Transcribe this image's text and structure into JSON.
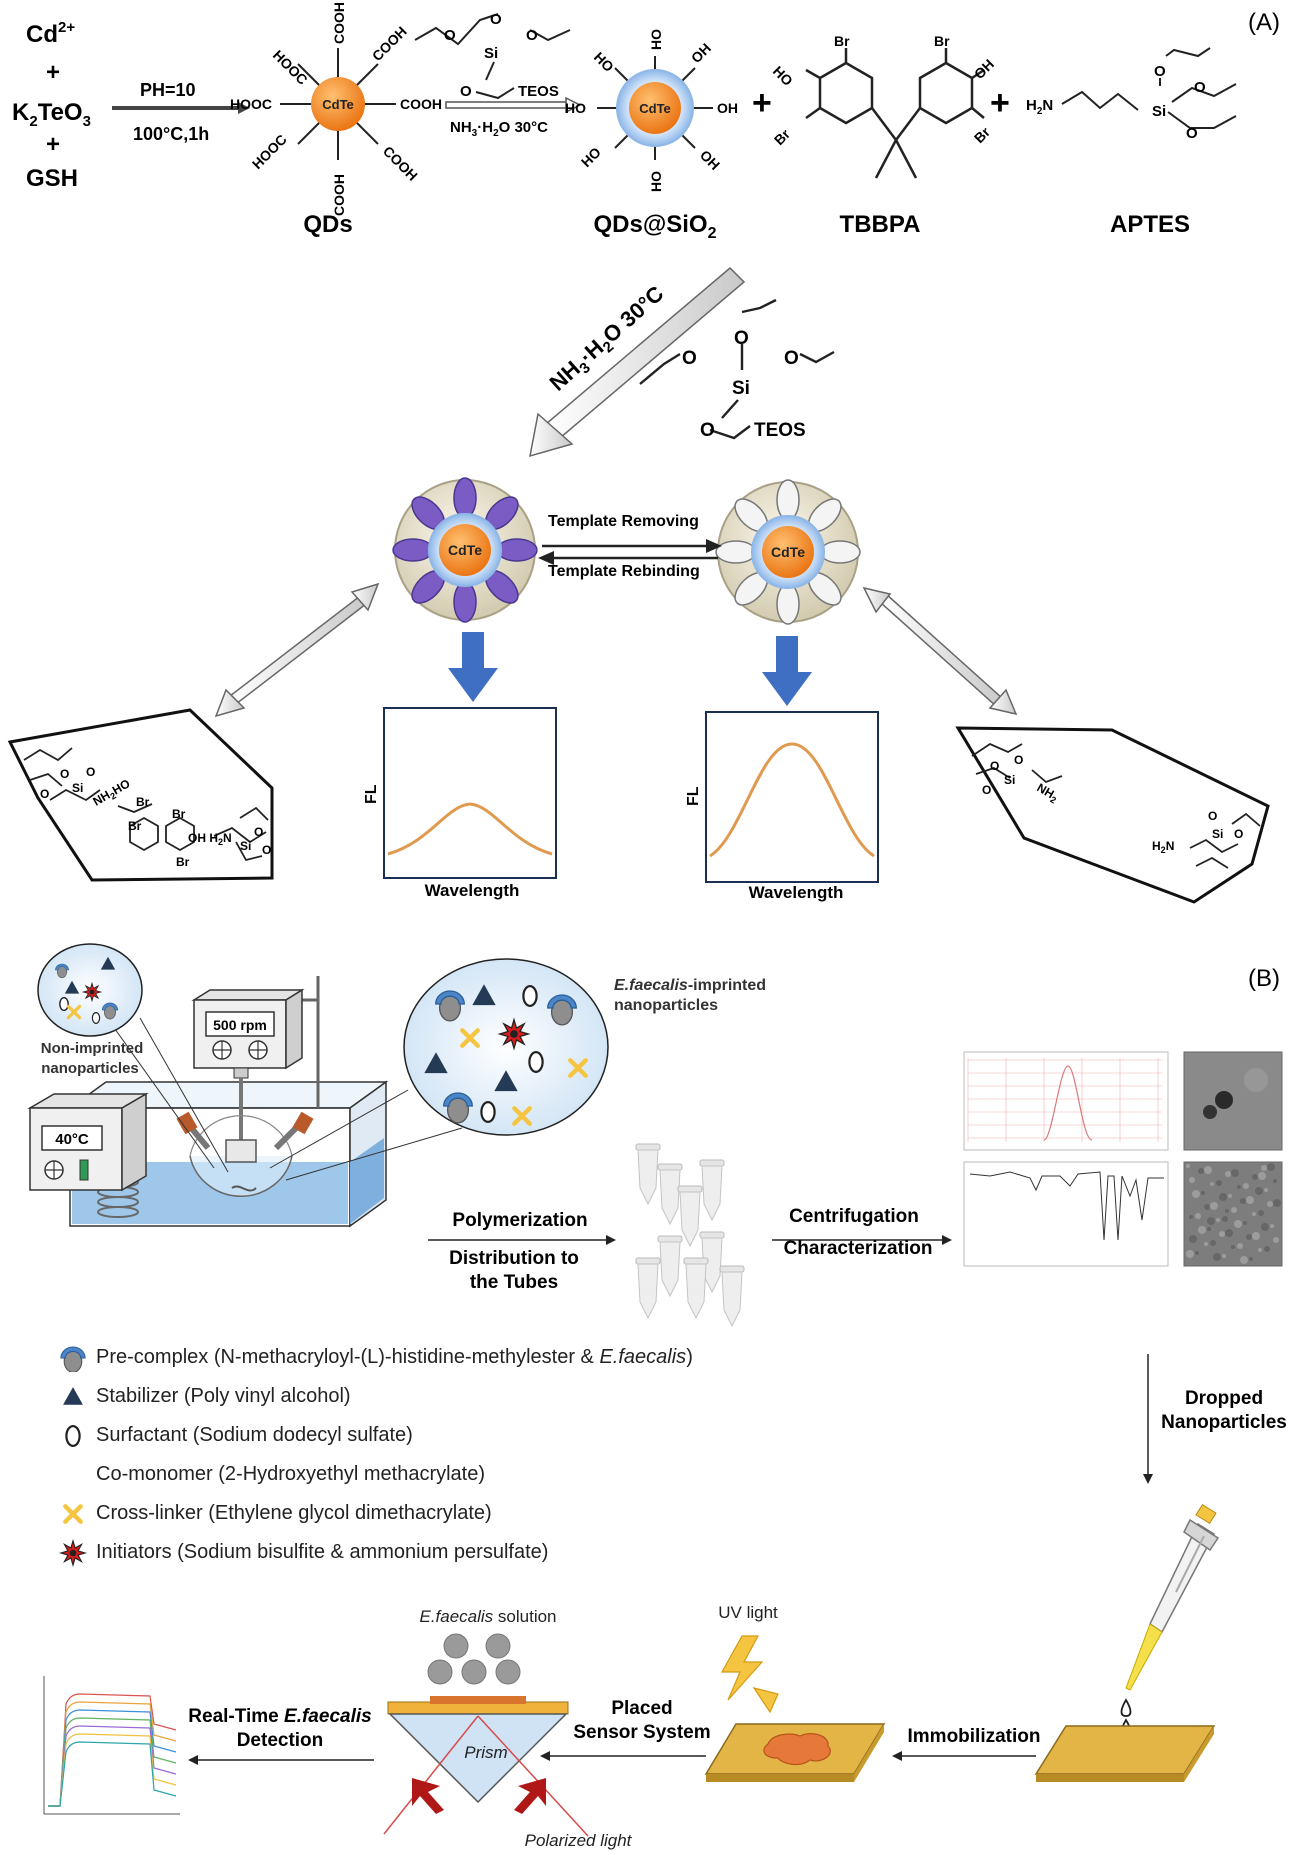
{
  "panel_a": {
    "label": "(A)",
    "reactants": [
      "Cd2+",
      "+",
      "K2TeO3",
      "+",
      "GSH"
    ],
    "synth_top": "PH=10",
    "synth_bottom": "100°C,1h",
    "core": "CdTe",
    "cooh": "COOH",
    "hooc": "HOOC",
    "qds_label": "QDs",
    "teos": "TEOS",
    "si": "Si",
    "o": "O",
    "coat_condition": "NH3·H2O 30°C",
    "oh": "OH",
    "ho": "HO",
    "qds_sio2_label": "QDs@SiO2",
    "plus": "+",
    "br": "Br",
    "tbbpa_label": "TBBPA",
    "h2n": "H2N",
    "nh2": "NH2",
    "aptes_label": "APTES",
    "imprint_condition": "NH3·H2O 30°C",
    "template_removing": "Template Removing",
    "template_rebinding": "Template Rebinding",
    "fl_axis": "FL",
    "wavelength_axis": "Wavelength"
  },
  "panel_b": {
    "label": "(B)",
    "stirrer_speed": "500 rpm",
    "bath_temp": "40°C",
    "non_imprinted": [
      "Non-imprinted",
      "nanoparticles"
    ],
    "imprinted_species": "E.faecalis",
    "imprinted_rest": "-imprinted",
    "imprinted_line2": "nanoparticles",
    "polymerization": "Polymerization",
    "distribution": [
      "Distribution to",
      "the Tubes"
    ],
    "centrifugation": "Centrifugation",
    "characterization": "Characterization",
    "dropped": [
      "Dropped",
      "Nanoparticles"
    ],
    "legend": [
      {
        "icon": "precomplex",
        "text": "Pre-complex (N-methacryloyl-(L)-histidine-methylester & ",
        "italic": "E.faecalis",
        "after": ")"
      },
      {
        "icon": "stabilizer",
        "text": "Stabilizer (Poly vinyl alcohol)",
        "italic": "",
        "after": ""
      },
      {
        "icon": "surfactant",
        "text": "Surfactant (Sodium dodecyl sulfate)",
        "italic": "",
        "after": ""
      },
      {
        "icon": "comonomer",
        "text": "Co-monomer (2-Hydroxyethyl methacrylate)",
        "italic": "",
        "after": ""
      },
      {
        "icon": "crosslinker",
        "text": "Cross-linker (Ethylene glycol dimethacrylate)",
        "italic": "",
        "after": ""
      },
      {
        "icon": "initiator",
        "text": "Initiators (Sodium bisulfite & ammonium persulfate)",
        "italic": "",
        "after": ""
      }
    ],
    "solution_species": "E.faecalis",
    "solution_rest": " solution",
    "prism": "Prism",
    "polarized_light": "Polarized light",
    "uv_light": "UV light",
    "placed": [
      "Placed",
      "Sensor System"
    ],
    "immobilization": "Immobilization",
    "realtime_pre": "Real-Time ",
    "realtime_species": "E.faecalis",
    "detection": "Detection"
  },
  "colors": {
    "orange_core": "#f07d17",
    "purple_petal": "#7a5cc4",
    "blue_arrow": "#3f6fc2",
    "water": "#9ec7ea",
    "gold_chip": "#e3b547",
    "fl_curve": "#e09a4f",
    "legend_blue": "#4a86c8",
    "legend_navy": "#243a55",
    "legend_green": "#5fa83b",
    "legend_yellow": "#f5c542",
    "legend_red": "#d91c1c"
  }
}
